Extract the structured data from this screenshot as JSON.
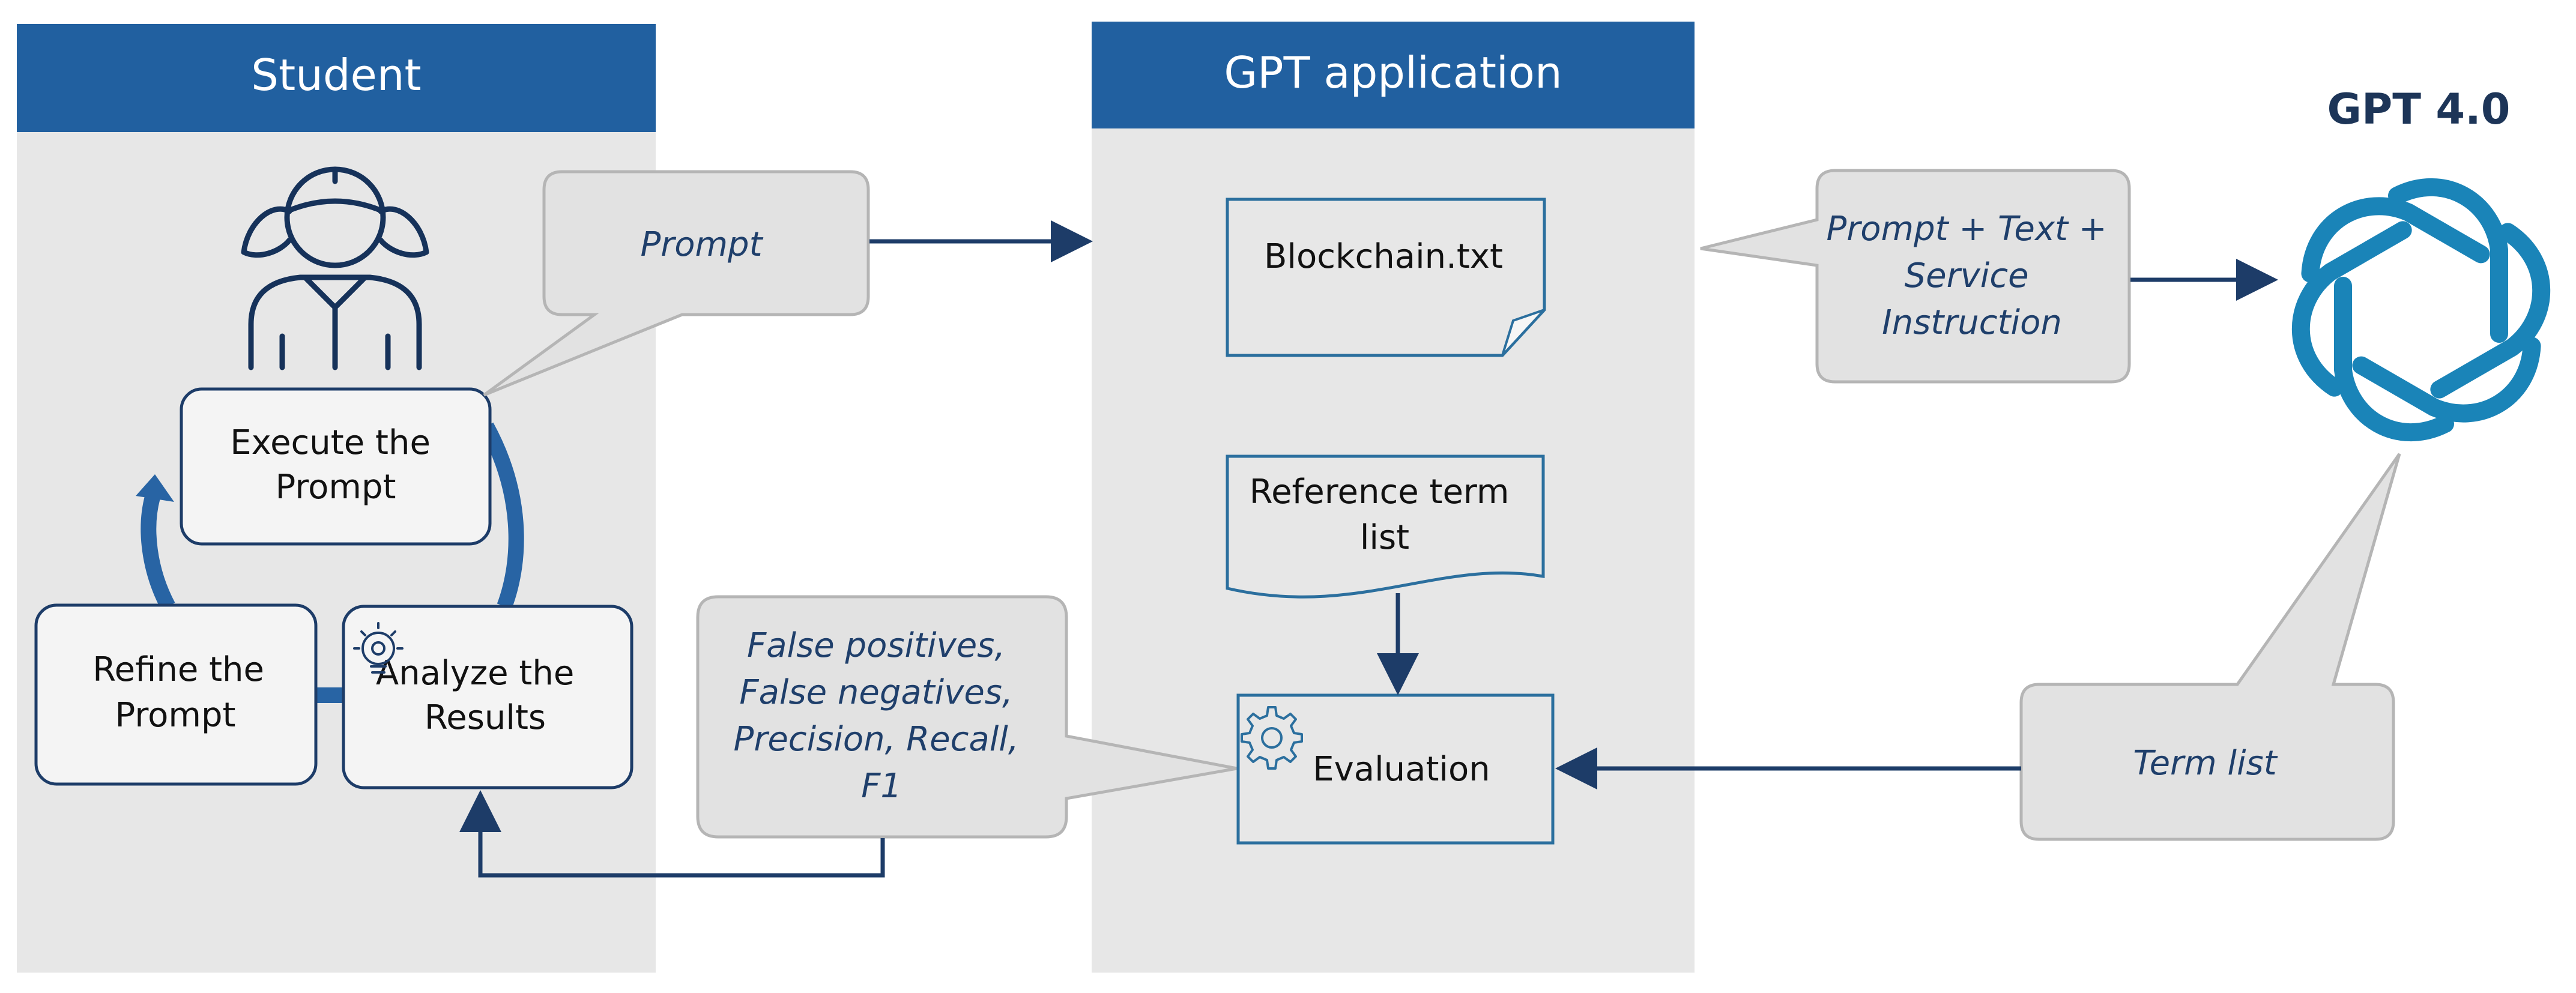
{
  "lanes": {
    "student": {
      "title": "Student"
    },
    "gpt_app": {
      "title": "GPT application"
    }
  },
  "gpt_model": {
    "label": "GPT 4.0",
    "icon": "openai-logo-icon"
  },
  "student_steps": {
    "execute": [
      "Execute the",
      "Prompt"
    ],
    "analyze": [
      "Analyze the",
      "Results"
    ],
    "refine": [
      "Refine the",
      "Prompt"
    ]
  },
  "app_items": {
    "blockchain_file": "Blockchain.txt",
    "reference_list": [
      "Reference term",
      "list"
    ],
    "evaluation": "Evaluation"
  },
  "bubbles": {
    "prompt": "Prompt",
    "service": [
      "Prompt + Text +",
      "Service",
      "Instruction"
    ],
    "term_list": "Term list",
    "metrics": [
      "False positives,",
      "False negatives,",
      "Precision, Recall,",
      "F1"
    ]
  },
  "icons": [
    "student-icon",
    "lightbulb-icon",
    "gear-icon",
    "openai-logo-icon"
  ],
  "colors": {
    "header_blue": "#2160a0",
    "lane_gray": "#e7e7e7",
    "arrow_navy": "#1d3c68",
    "cycle_blue": "#2864a4",
    "box_border": "#2b6f9e",
    "logo_blue": "#1a84b8",
    "bubble_fill": "#e2e2e2",
    "bubble_border": "#b5b5b5"
  }
}
